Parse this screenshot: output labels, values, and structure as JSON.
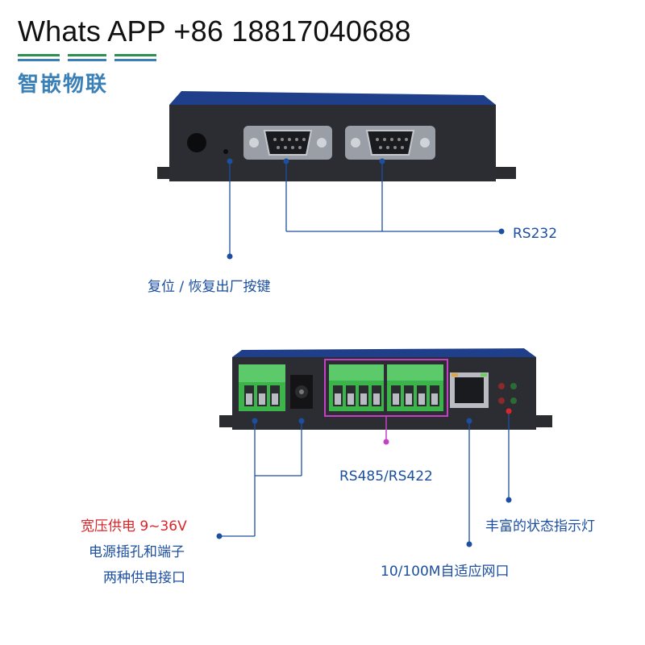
{
  "header": {
    "contact_text": "Whats APP +86 18817040688"
  },
  "brand": {
    "name": "智嵌物联",
    "accent_color": "#3a7fb5"
  },
  "callouts": {
    "rs232": "RS232",
    "reset": "复位 / 恢复出厂按键",
    "rs485": "RS485/RS422",
    "power_line1": "宽压供电 9~36V",
    "power_line2": "电源插孔和端子",
    "power_line3": "两种供电接口",
    "ethernet": "10/100M自适应网口",
    "leds": "丰富的状态指示灯"
  },
  "colors": {
    "line": "#1c4fa0",
    "highlight": "#c640c6",
    "power_red": "#d8262b",
    "terminal_green": "#3bb54a",
    "device_body": "#2b2d33",
    "device_top": "#1f3f8a"
  }
}
